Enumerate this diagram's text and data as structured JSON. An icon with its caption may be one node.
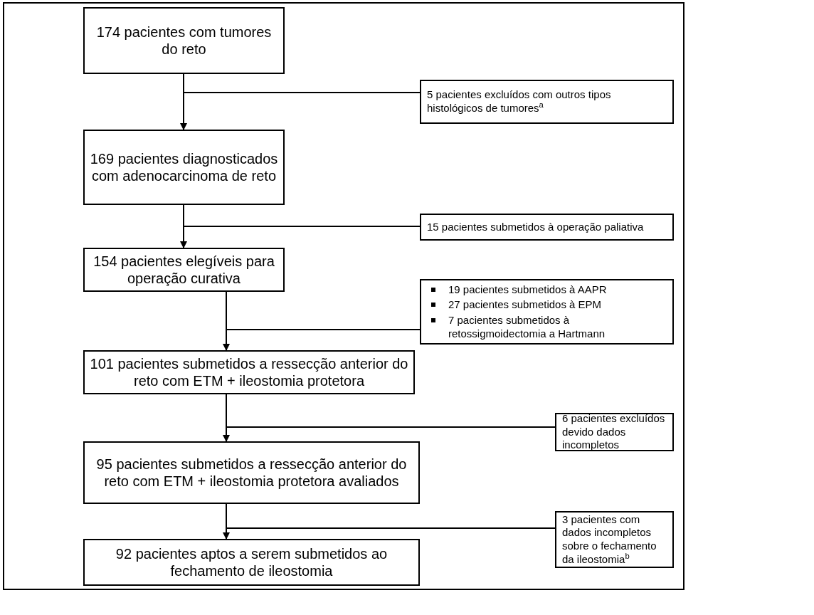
{
  "diagram": {
    "nodes": [
      {
        "text": [
          "174 pacientes com tumores do reto"
        ]
      },
      {
        "text": [
          "5 pacientes excluídos com outros tipos histológicos de tumores$^{a}$"
        ]
      },
      {
        "text": [
          "169 pacientes diagnosticados com adenocarcinoma de reto"
        ]
      },
      {
        "text": [
          "15 pacientes submetidos à operação paliativa"
        ]
      },
      {
        "text": [
          "154 pacientes elegíveis para operação curativa"
        ]
      },
      {
        "text": [
          "19 pacientes submetidos à AAPR",
          "27 pacientes submetidos à EPM",
          "7 pacientes submetidos à retossigmoidectomia a Hartmann"
        ]
      },
      {
        "text": [
          "101 pacientes submetidos a ressecção anterior do reto com ETM + ileostomia protetora"
        ]
      },
      {
        "text": [
          "6 pacientes excluídos devido dados incompletos"
        ]
      },
      {
        "text": [
          "95 pacientes submetidos a ressecção anterior do reto com ETM + ileostomia protetora avaliados"
        ]
      },
      {
        "text": [
          "3 pacientes com dados incompletos sobre o fechamento da ileostomia$^{b}$"
        ]
      },
      {
        "text": [
          "92 pacientes aptos a serem submetidos ao fechamento de ileostomia"
        ]
      }
    ],
    "edges": [
      {
        "from": 0,
        "to": 2,
        "arrow": "to"
      },
      {
        "from": 0,
        "to": 1,
        "arrow": "none"
      },
      {
        "from": 2,
        "to": 4,
        "arrow": "to"
      },
      {
        "from": 2,
        "to": 3,
        "arrow": "none"
      },
      {
        "from": 4,
        "to": 6,
        "arrow": "to"
      },
      {
        "from": 4,
        "to": 5,
        "arrow": "none"
      },
      {
        "from": 6,
        "to": 8,
        "arrow": "to"
      },
      {
        "from": 6,
        "to": 7,
        "arrow": "none"
      },
      {
        "from": 8,
        "to": 10,
        "arrow": "to"
      },
      {
        "from": 8,
        "to": 9,
        "arrow": "none"
      }
    ]
  }
}
